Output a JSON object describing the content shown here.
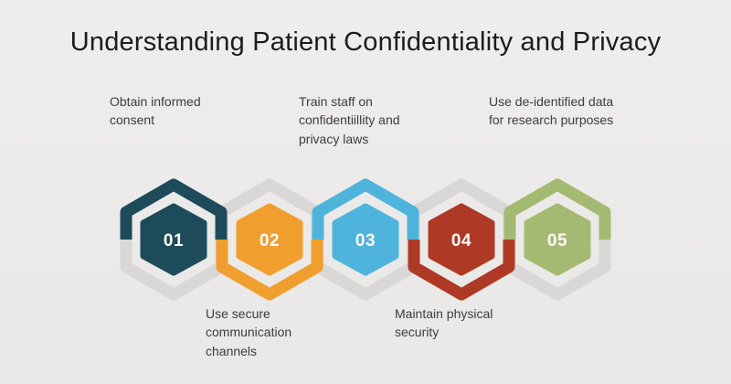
{
  "title": "Understanding Patient Confidentiality and Privacy",
  "colors": {
    "background": "#EBEAE9",
    "track": "#D9D8D7",
    "title_text": "#1C1C1C",
    "label_text": "#3C3C3C",
    "number_text": "#FCFCFC"
  },
  "steps": [
    {
      "number": "01",
      "color": "#1D4B5A",
      "label_position": "top",
      "label": "Obtain informed\nconsent"
    },
    {
      "number": "02",
      "color": "#F09E2D",
      "label_position": "bottom",
      "label": "Use secure\ncommunication\nchannels"
    },
    {
      "number": "03",
      "color": "#4FB4DB",
      "label_position": "top",
      "label": "Train staff on\nconfidentiillity and\nprivacy laws"
    },
    {
      "number": "04",
      "color": "#AE3A26",
      "label_position": "bottom",
      "label": "Maintain physical\nsecurity"
    },
    {
      "number": "05",
      "color": "#A4BA72",
      "label_position": "top",
      "label": "Use de-identified data\nfor research purposes"
    }
  ]
}
